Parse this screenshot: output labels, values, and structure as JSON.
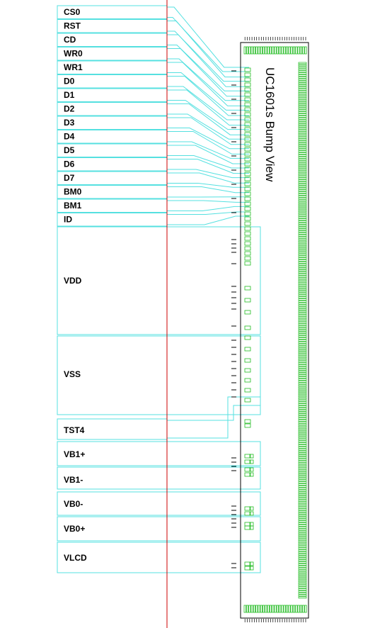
{
  "diagram": {
    "title": "UC1601s Bump View",
    "pins": [
      "CS0",
      "RST",
      "CD",
      "WR0",
      "WR1",
      "D0",
      "D1",
      "D2",
      "D3",
      "D4",
      "D5",
      "D6",
      "D7",
      "BM0",
      "BM1",
      "ID",
      "VDD",
      "VSS",
      "TST4",
      "VB1+",
      "VB1-",
      "VB0-",
      "VB0+",
      "VLCD"
    ],
    "colors": {
      "trace": "#55e0e0",
      "pad": "#22bb22",
      "chip_outline": "#000000",
      "center_line": "#cc0000",
      "label_text": "#000000"
    }
  }
}
